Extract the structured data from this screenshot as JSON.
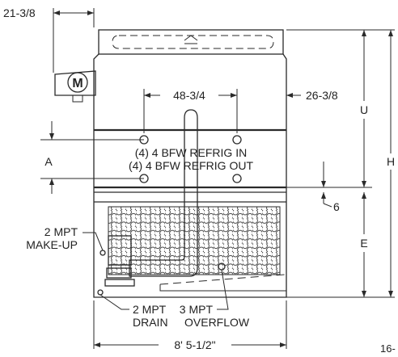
{
  "dimensions": {
    "top_left_offset": "21-3/8",
    "connection_spacing": "48-3/4",
    "right_offset": "26-3/8",
    "dim_u": "U",
    "dim_h": "H",
    "dim_a": "A",
    "dim_6": "6",
    "dim_e": "E",
    "overall_width": "8' 5-1/2\""
  },
  "connections": {
    "refrig_in": "(4) 4 BFW REFRIG IN",
    "refrig_out": "(4) 4 BFW REFRIG OUT",
    "makeup_line1": "2 MPT",
    "makeup_line2": "MAKE-UP",
    "drain_line1": "2 MPT",
    "drain_line2": "DRAIN",
    "overflow_line1": "3 MPT",
    "overflow_line2": "OVERFLOW"
  },
  "motor_symbol": "M",
  "page_number": "16-"
}
